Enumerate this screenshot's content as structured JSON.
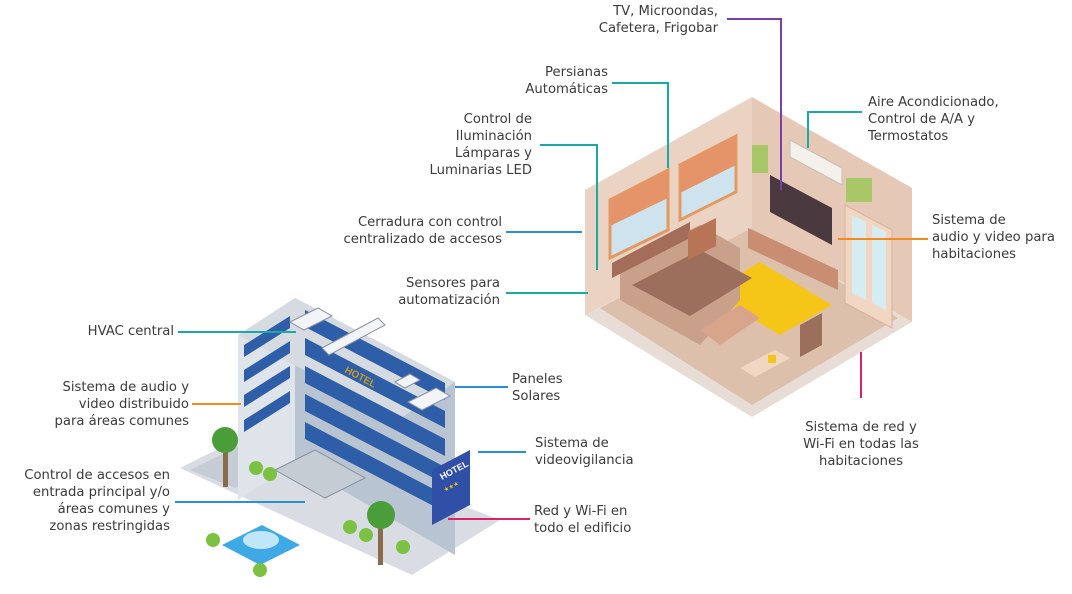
{
  "callouts": {
    "tv": [
      "TV, Microondas,",
      "Cafetera, Frigobar"
    ],
    "blinds": [
      "Persianas",
      "Automáticas"
    ],
    "ac": [
      "Aire Acondicionado,",
      "Control de A/A  y",
      "Termostatos"
    ],
    "lighting": [
      "Control de",
      "Iluminación",
      "Lámparas y",
      "Luminarias LED"
    ],
    "lock": [
      "Cerradura con control",
      "centralizado de accesos"
    ],
    "room_av": [
      "Sistema de",
      "audio y video para",
      "habitaciones"
    ],
    "sensors": [
      "Sensores para",
      "automatización"
    ],
    "hvac": [
      "HVAC central"
    ],
    "solar": [
      "Paneles",
      "Solares"
    ],
    "common_av": [
      "Sistema de audio y",
      "video distribuido",
      "para áreas comunes"
    ],
    "room_wifi": [
      "Sistema de red y",
      "Wi-Fi en todas las",
      "habitaciones"
    ],
    "cctv": [
      "Sistema de",
      "videovigilancia"
    ],
    "access": [
      "Control de accesos en",
      "entrada principal y/o",
      "áreas comunes y",
      "zonas restringidas"
    ],
    "wifi": [
      "Red y Wi-Fi en",
      "todo el edificio"
    ]
  },
  "signs": {
    "roof": "HOTEL",
    "facade": "HOTEL",
    "stars": "★★★"
  },
  "colors": {
    "purple": "#7b3fa6",
    "teal": "#1aa9a4",
    "blue": "#2b8fd6",
    "orange": "#f28a1e",
    "pink": "#d6236b",
    "text": "#3b3b3b"
  }
}
